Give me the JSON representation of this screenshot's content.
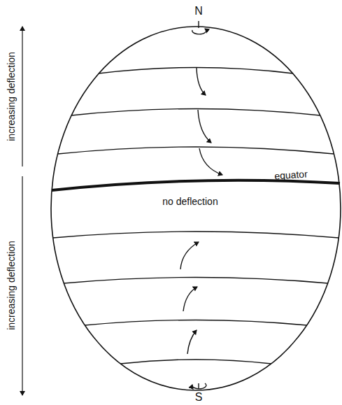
{
  "diagram": {
    "labels": [
      "N",
      "increasing deflection",
      "equator",
      "no deflection",
      "increasing deflection",
      "S"
    ]
  }
}
